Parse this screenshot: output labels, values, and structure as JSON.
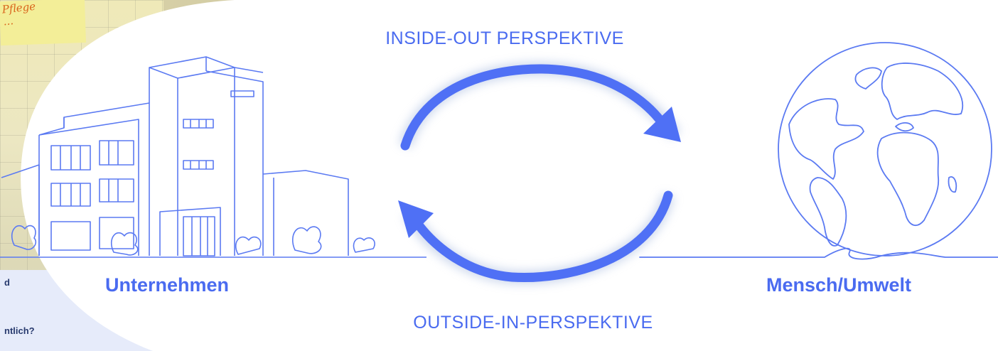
{
  "colors": {
    "accent": "#4a6bf0",
    "arrow": "#4f70f5",
    "line": "#5b7af2"
  },
  "background": {
    "sticky_note_text": [
      "Pflege",
      "..."
    ],
    "corner_text_line1": "d",
    "corner_text_line2": "ntlich?"
  },
  "diagram": {
    "top_label": "INSIDE-OUT PERSPEKTIVE",
    "bottom_label": "OUTSIDE-IN-PERSPEKTIVE",
    "left_entity": "Unternehmen",
    "right_entity": "Mensch/Umwelt",
    "left_icon": "office-building-icon",
    "right_icon": "globe-icon",
    "arrows": [
      "arrow-clockwise-top",
      "arrow-clockwise-bottom"
    ]
  }
}
